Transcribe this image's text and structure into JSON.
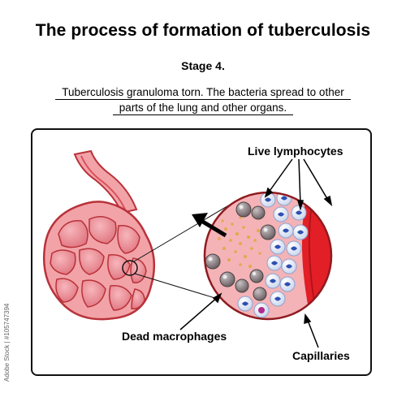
{
  "header": {
    "title": "The process of formation of tuberculosis",
    "stage": "Stage 4.",
    "description_line1": "Tuberculosis granuloma torn. The bacteria spread to other",
    "description_line2": "parts of the lung and other organs."
  },
  "labels": {
    "live_lymphocytes": "Live lymphocytes",
    "dead_macrophages": "Dead macrophages",
    "capillaries": "Capillaries"
  },
  "side_text": "Adobe Stock | #105747394",
  "colors": {
    "tissue": "#f2a3a8",
    "tissue_dark": "#b9323a",
    "capillary": "#e21f26",
    "macrophage": "#7a6f72",
    "lymphocyte_nucleus": "#2f4fb0"
  }
}
